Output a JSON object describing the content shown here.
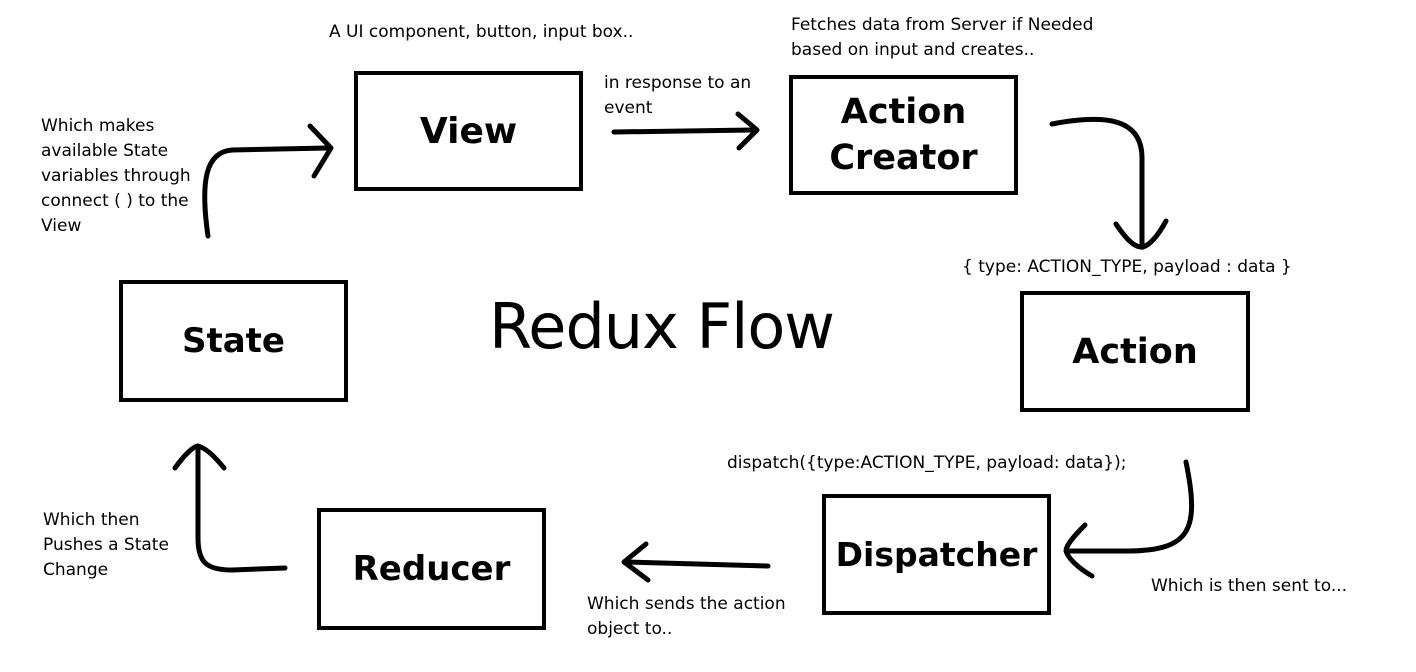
{
  "title": "Redux Flow",
  "nodes": {
    "view": "View",
    "action_creator_line1": "Action",
    "action_creator_line2": "Creator",
    "action": "Action",
    "dispatcher": "Dispatcher",
    "reducer": "Reducer",
    "state": "State"
  },
  "notes": {
    "view_desc": "A UI component, button, input box..",
    "event_line1": "in response to an",
    "event_line2": "event",
    "creator_line1": "Fetches data from Server if Needed",
    "creator_line2": "based on input and creates..",
    "action_object": "{ type: ACTION_TYPE, payload : data }",
    "dispatch_call": "dispatch({type:ACTION_TYPE, payload: data});",
    "sent_to": "Which is then sent to...",
    "sends_line1": "Which sends the action",
    "sends_line2": "object to..",
    "pushes_line1": "Which then",
    "pushes_line2": "Pushes a State",
    "pushes_line3": "Change",
    "connect_line1": "Which makes",
    "connect_line2": "available State",
    "connect_line3": "variables through",
    "connect_line4": "connect ( ) to the",
    "connect_line5": "View"
  }
}
